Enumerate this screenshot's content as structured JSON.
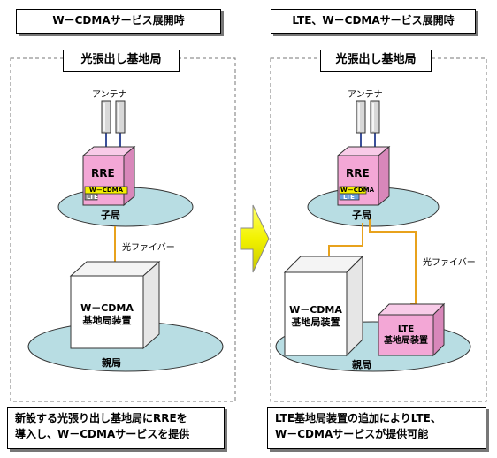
{
  "left_panel": {
    "header": "W－CDMAサービス展開時",
    "station_title": "光張出し基地局",
    "antenna_label": "アンテナ",
    "rre_label": "RRE",
    "rre_band_wcdma": "W－CDMA",
    "rre_band_lte": "LTE",
    "child_station": "子局",
    "fiber_label": "光ファイバー",
    "base_equipment_line1": "W－CDMA",
    "base_equipment_line2": "基地局装置",
    "parent_station": "親局",
    "caption_line1": "新設する光張り出し基地局にRREを",
    "caption_line2": "導入し、W－CDMAサービスを提供"
  },
  "right_panel": {
    "header": "LTE、W－CDMAサービス展開時",
    "station_title": "光張出し基地局",
    "antenna_label": "アンテナ",
    "rre_label": "RRE",
    "rre_band_wcdma": "W－CDMA",
    "rre_band_lte": "LTE",
    "child_station": "子局",
    "fiber_label": "光ファイバー",
    "base_equipment_line1": "W－CDMA",
    "base_equipment_line2": "基地局装置",
    "lte_equipment_line1": "LTE",
    "lte_equipment_line2": "基地局装置",
    "parent_station": "親局",
    "caption_line1": "LTE基地局装置の追加によりLTE、",
    "caption_line2": "W－CDMAサービスが提供可能"
  },
  "colors": {
    "rre_pink": "#f3a7d6",
    "ellipse_teal": "#b8dde3",
    "fiber_orange": "#e8a21c",
    "arrow_yellow": "#f2f200",
    "wcdma_band": "#f5f000",
    "lte_band": "#6aa0de"
  }
}
